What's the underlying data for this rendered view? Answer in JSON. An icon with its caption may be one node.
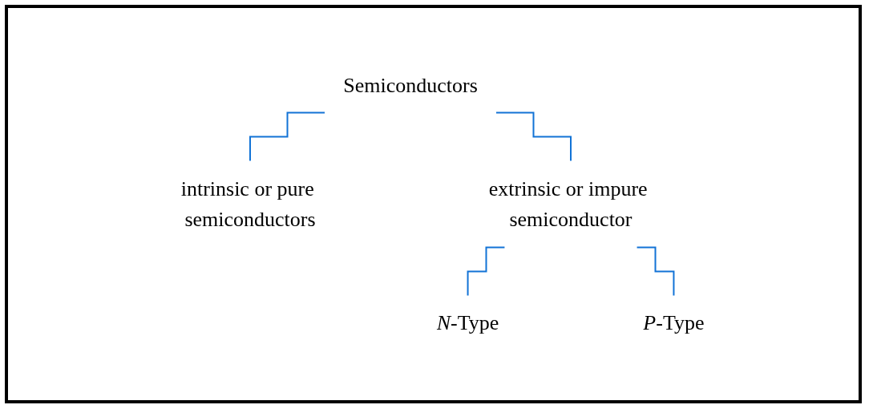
{
  "diagram": {
    "nodes": [
      {
        "text": [
          "Semiconductors"
        ]
      },
      {
        "text": [
          "intrinsic or pure semiconductors"
        ]
      },
      {
        "text": [
          "extrinsic or impure semiconductor"
        ]
      },
      {
        "text": [
          "*N*-Type"
        ]
      },
      {
        "text": [
          "*P*-Type"
        ]
      }
    ],
    "edges": [
      {
        "from": 0,
        "to": 1,
        "arrow": "none"
      },
      {
        "from": 0,
        "to": 2,
        "arrow": "none"
      },
      {
        "from": 2,
        "to": 3,
        "arrow": "none"
      },
      {
        "from": 2,
        "to": 4,
        "arrow": "none"
      }
    ]
  }
}
